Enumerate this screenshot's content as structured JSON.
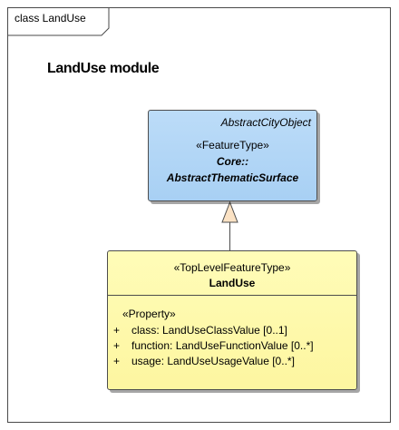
{
  "frame": {
    "label": "class LandUse"
  },
  "diagram": {
    "title": "LandUse module"
  },
  "abstract_class": {
    "name": "AbstractCityObject",
    "stereotype": "«FeatureType»",
    "qualified_line1": "Core::",
    "qualified_line2": "AbstractThematicSurface",
    "fill_color": "#b0d4f6"
  },
  "landuse_class": {
    "stereotype": "«TopLevelFeatureType»",
    "name": "LandUse",
    "fill_color": "#fef9a8",
    "attributes_stereotype": "«Property»",
    "attributes": [
      {
        "visibility": "+",
        "text": "class: LandUseClassValue [0..1]"
      },
      {
        "visibility": "+",
        "text": "function: LandUseFunctionValue [0..*]"
      },
      {
        "visibility": "+",
        "text": "usage: LandUseUsageValue [0..*]"
      }
    ]
  },
  "relationship": {
    "type": "generalization",
    "from": "LandUse",
    "to": "AbstractCityObject"
  }
}
